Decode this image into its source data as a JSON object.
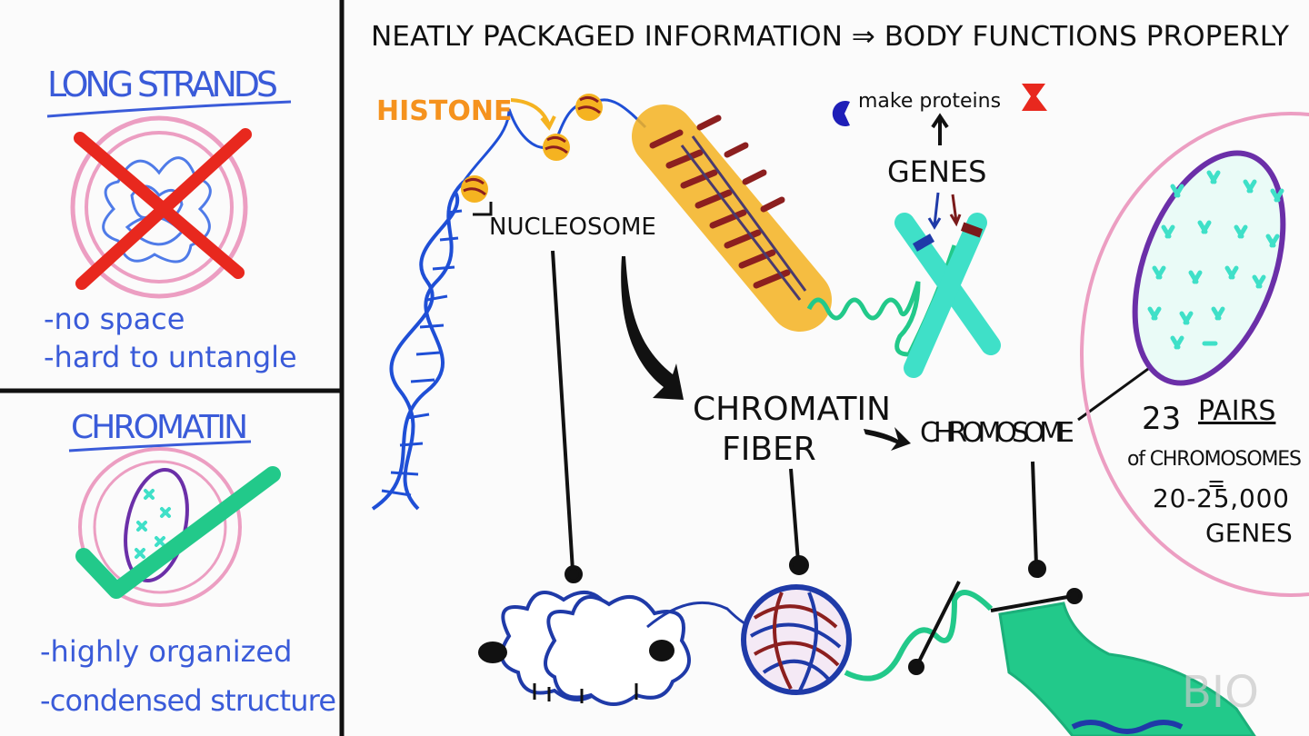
{
  "title": "NEATLY PACKAGED INFORMATION ⇒ BODY FUNCTIONS PROPERLY",
  "left_top": {
    "heading": "LONG STRANDS",
    "bullets": [
      "-no space",
      "-hard to untangle"
    ]
  },
  "left_bottom": {
    "heading": "CHROMATIN",
    "bullets": [
      "-highly organized",
      "-condensed structure"
    ]
  },
  "labels": {
    "histone": "HISTONE",
    "nucleosome": "NUCLEOSOME",
    "chromatin_fiber_line1": "CHROMATIN",
    "chromatin_fiber_line2": "FIBER",
    "chromosome": "CHROMOSOME",
    "genes": "GENES",
    "make_proteins": "make proteins"
  },
  "pairs_note": {
    "line1_num": "23",
    "line1_word": "PAIRS",
    "line2": "of CHROMOSOMES",
    "line3": "=",
    "line4": "20-25,000",
    "line5": "GENES"
  },
  "watermark": "BIO",
  "colors": {
    "ink": "#111111",
    "blue_marker": "#3a5bd9",
    "dna_blue": "#1f4fd6",
    "red": "#e8281e",
    "pink": "#ec9ec2",
    "green": "#22c98a",
    "teal": "#3fe0c8",
    "orange": "#f5921e",
    "purple": "#6b2fa8",
    "maroon": "#8c1f1f"
  }
}
